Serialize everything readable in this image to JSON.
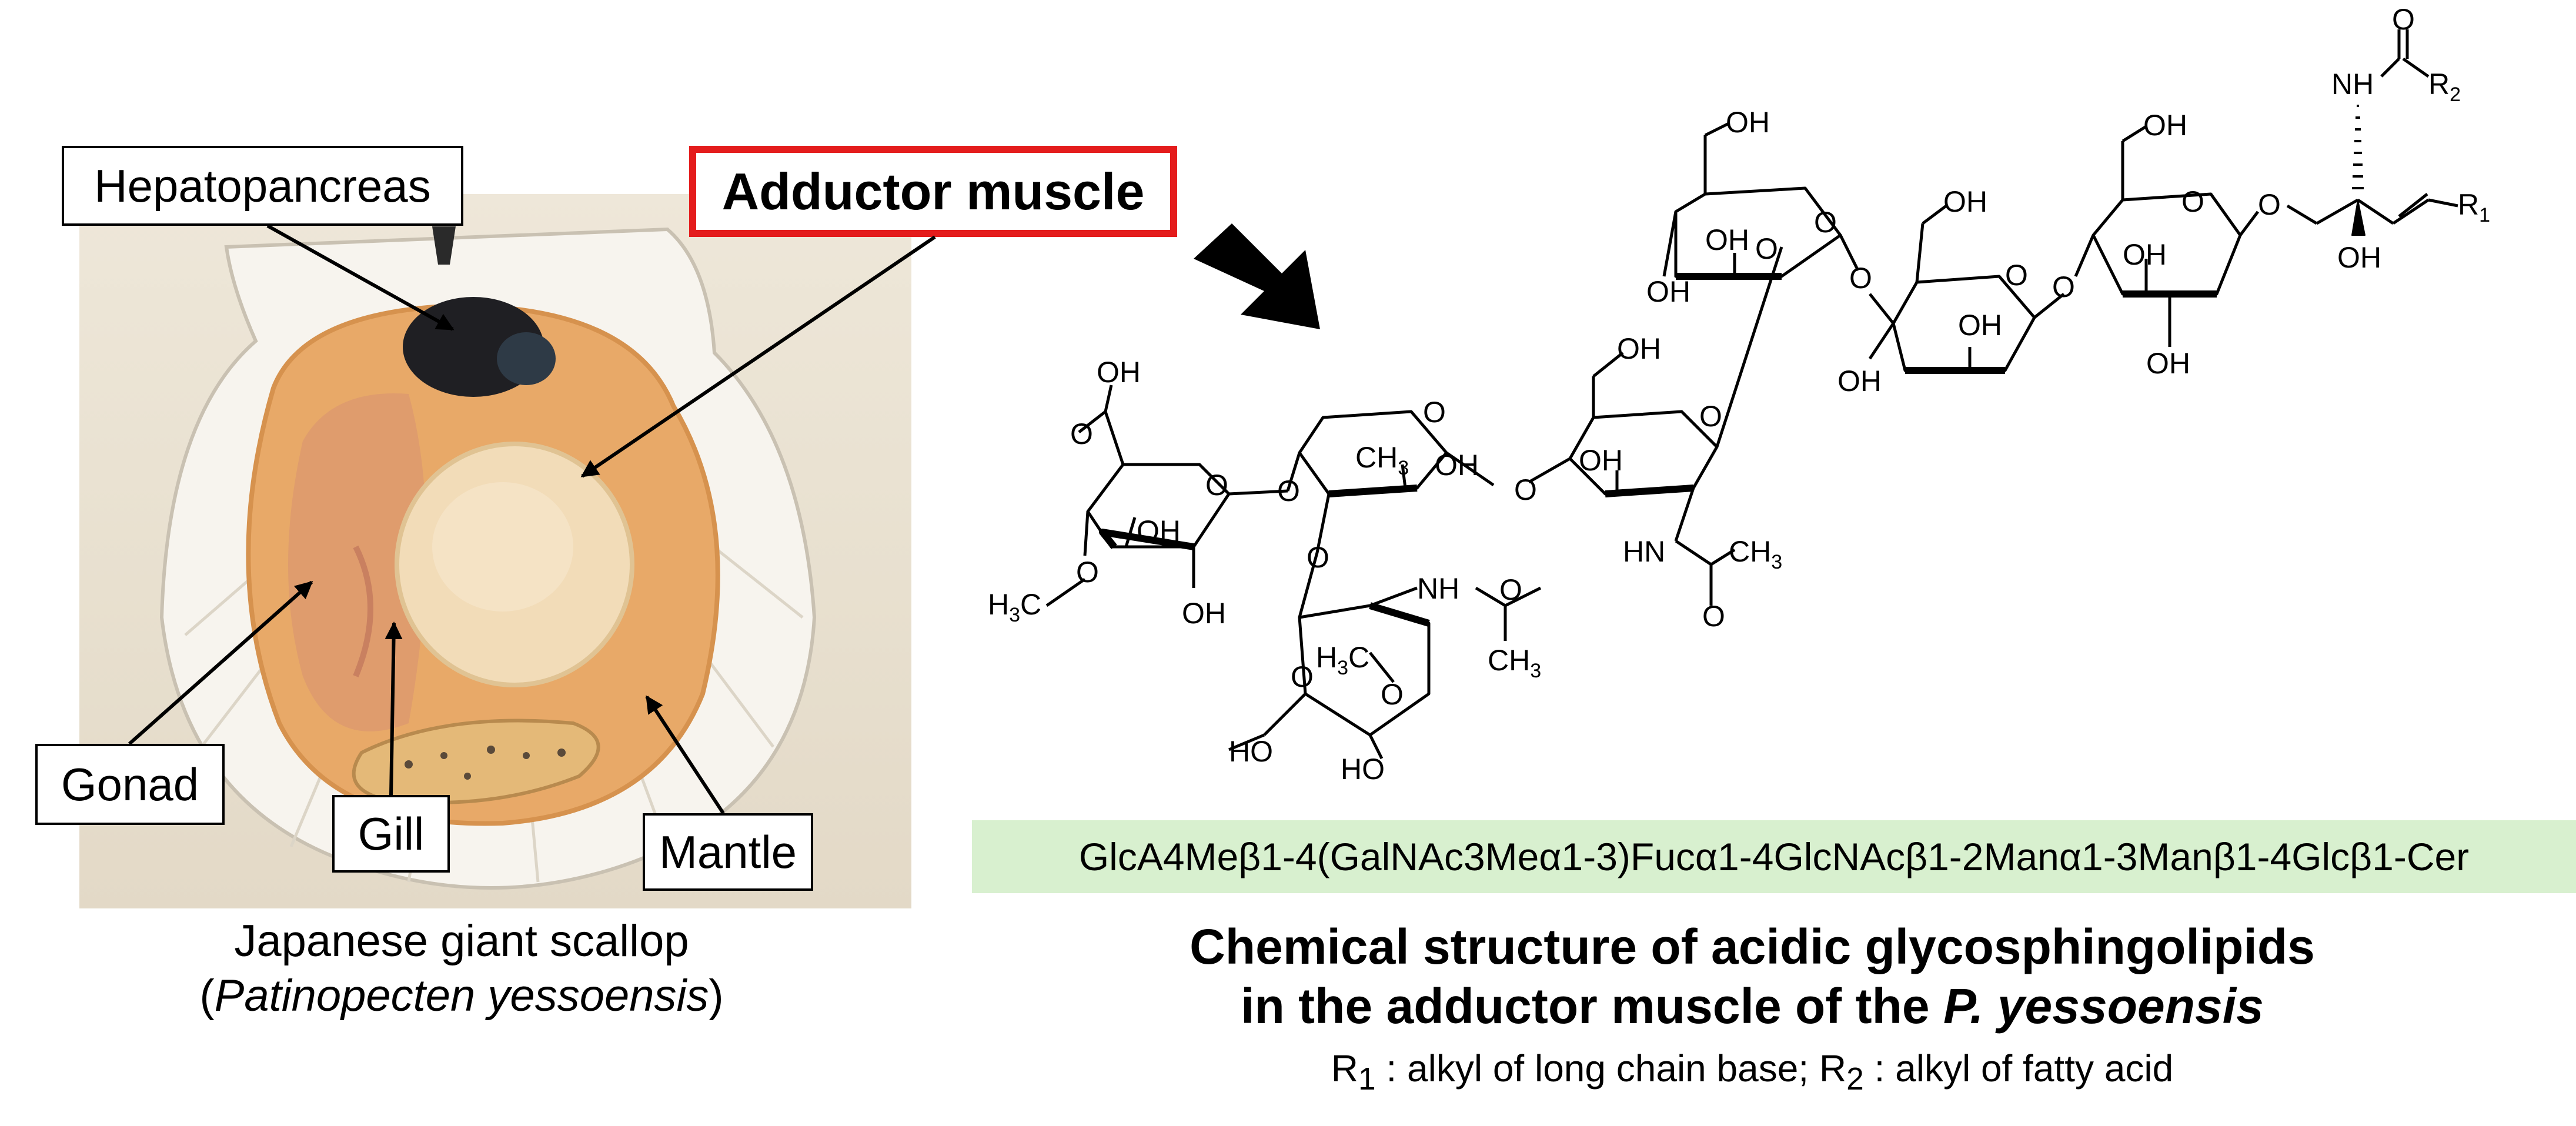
{
  "callouts": {
    "hepatopancreas": "Hepatopancreas",
    "adductor": "Adductor muscle",
    "gonad": "Gonad",
    "gill": "Gill",
    "mantle": "Mantle"
  },
  "photo_caption": {
    "line1": "Japanese giant scallop",
    "open": "(",
    "species": "Patinopecten yessoensis",
    "close": ")"
  },
  "structure_labels": {
    "OH": "OH",
    "O": "O",
    "NH": "NH",
    "HN": "HN",
    "HO": "HO",
    "R1": "R",
    "R1_sub": "1",
    "R2": "R",
    "R2_sub": "2",
    "CH3": "CH",
    "CH3_sub": "3",
    "H3C": "H",
    "H3C_sub": "3",
    "H3C_tail": "C"
  },
  "sequence": "GlcA4Meβ1-4(GalNAc3Meα1-3)Fucα1-4GlcNAcβ1-2Manα1-3Manβ1-4Glcβ1-Cer",
  "title": {
    "line1": "Chemical structure of acidic glycosphingolipids",
    "line2_start": "in the adductor muscle of the ",
    "line2_italic": "P. yessoensis"
  },
  "subcaption": {
    "r1": "R",
    "r1_sub": "1",
    "r1_text": " : alkyl of long chain base; ",
    "r2": "R",
    "r2_sub": "2",
    "r2_text": " : alkyl of fatty acid"
  },
  "colors": {
    "callout_highlight": "#e41c1c",
    "sequence_background": "#d8f0cf"
  }
}
